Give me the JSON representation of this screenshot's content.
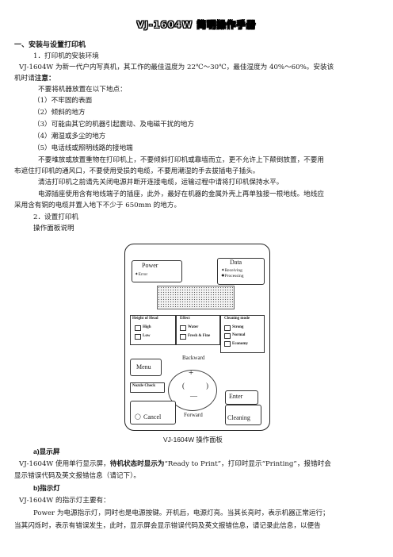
{
  "title": "VJ-1604W 简明操作手册",
  "section1": {
    "heading": "一、安装与设置打印机"
  },
  "sub1": "1．打印机的安装环境",
  "para1": {
    "line1": "VJ-1604W 为新一代户内写真机，其工作的最佳温度为 22℃～30℃，最佳湿度为 40%～60%。安装该",
    "line2_a": "机时请",
    "line2_b": "注意："
  },
  "avoid_intro": "不要将机器放置在以下地点：",
  "avoid_list": [
    "（1）不牢固的表面",
    "（2）倾斜的地方",
    "（3）可能由其它的机器引起震动、及电磁干扰的地方",
    "（4）潮湿或多尘的地方",
    "（5）电话线或照明线路的接地端"
  ],
  "para2": {
    "line1": "不要堆放或放置重物在打印机上，不要倾斜打印机或靠墙而立，更不允许上下颠倒放置，不要用",
    "line2": "布遮住打印机的通风口，不要使用受损的电缆，不要用潮湿的手去拔插电子插头。"
  },
  "para3": "清洁打印机之前请先关闭电源并断开连接电缆，运输过程中请将打印机保持水平。",
  "para4": {
    "line1": "电源插座使用含有地线端子的插座，此外，最好在机器的金属外壳上再单独接一根地线。地线应",
    "line2": "采用含有铜的电缆并置入地下不少于 650mm 的地方。"
  },
  "sub2": "2．设置打印机",
  "panel_intro": "操作面板说明",
  "panel": {
    "power": "Power",
    "error": "Error",
    "data": "Data",
    "receiving": "Receiving",
    "processing": "Processing",
    "height_title": "Height of Head",
    "height_opts": [
      "High",
      "Low"
    ],
    "effect_title": "Effect",
    "effect_opts": [
      "Water",
      "Fresh & Fine"
    ],
    "cleaning_title": "Cleaning mode",
    "cleaning_opts": [
      "Strong",
      "Normal",
      "Economy"
    ],
    "backward": "Backward",
    "forward": "Forward",
    "menu": "Menu",
    "nozzle": "Nozzle Check",
    "enter": "Enter",
    "cancel": "Cancel",
    "cleaning": "Cleaning",
    "plus": "+",
    "minus": "—",
    "paren_l": "(",
    "paren_r": ")"
  },
  "caption": "VJ-1604W 操作面板",
  "sec_a": {
    "label": "a)显示屏"
  },
  "para5": {
    "a": "VJ-1604W 使用单行显示屏，",
    "b": "待机状态时显示为",
    "c": "“Ready to Print”，打印时显示“Printing”，报错时会"
  },
  "para5_l2": "显示错误代码及英文报错信息（请记下）。",
  "sec_b": {
    "label": "b)指示灯"
  },
  "para6": "VJ-1604W 的指示灯主要有：",
  "para7": "Power 为电源指示灯，同时也是电源按键。开机后，电源灯亮。当其长亮时，表示机器正常运行；",
  "para8": "当其闪烁时，表示有错误发生，此时，显示屏会显示错误代码及英文报错信息，请记录此信息，以便告"
}
